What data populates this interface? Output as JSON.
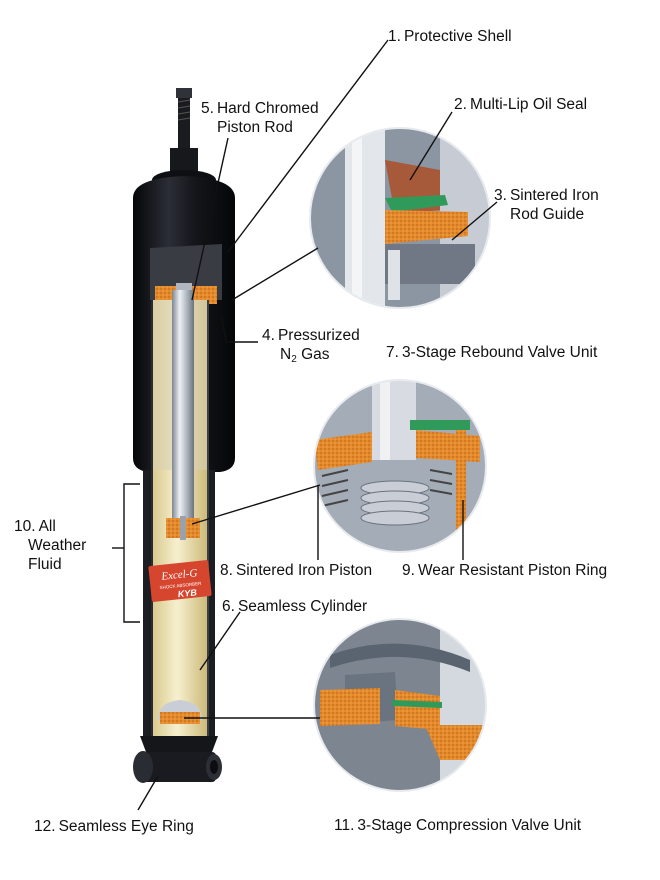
{
  "labels": {
    "l1": {
      "num": "1.",
      "text": "Protective Shell"
    },
    "l2": {
      "num": "2.",
      "text": "Multi-Lip Oil Seal"
    },
    "l3": {
      "num": "3.",
      "line1": "Sintered Iron",
      "line2": "Rod Guide"
    },
    "l4": {
      "num": "4.",
      "line1": "Pressurized",
      "line2a": "N",
      "line2sub": "2",
      "line2b": " Gas"
    },
    "l5": {
      "num": "5.",
      "line1": "Hard Chromed",
      "line2": "Piston Rod"
    },
    "l6": {
      "num": "6.",
      "text": "Seamless Cylinder"
    },
    "l7": {
      "num": "7.",
      "text": "3-Stage Rebound Valve Unit"
    },
    "l8": {
      "num": "8.",
      "text": "Sintered Iron Piston"
    },
    "l9": {
      "num": "9.",
      "text": "Wear Resistant Piston Ring"
    },
    "l10": {
      "num": "10.",
      "line1": "All",
      "line2": "Weather",
      "line3": "Fluid"
    },
    "l11": {
      "num": "11.",
      "text": "3-Stage Compression Valve Unit"
    },
    "l12": {
      "num": "12.",
      "text": "Seamless Eye Ring"
    }
  },
  "badge": {
    "brand": "Excel-G",
    "maker": "KYB",
    "small_text": "SHOCK ABSORBER"
  },
  "colors": {
    "shell": "#1b1c20",
    "fluid": "#efe3b5",
    "chrome": "#c9ced6",
    "sintered": "#e0862a",
    "seal_green": "#2f9a5a",
    "badge_red": "#d6452e"
  }
}
